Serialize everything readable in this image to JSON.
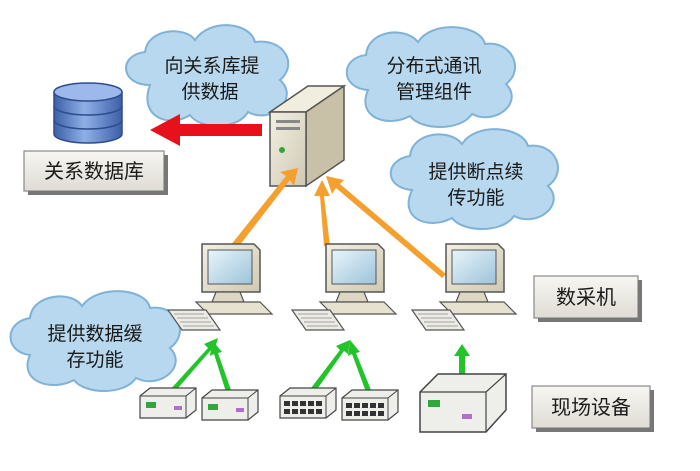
{
  "nodes": {
    "database": {
      "label": "关系数据库"
    },
    "collector": {
      "label": "数采机"
    },
    "field_devices": {
      "label": "现场设备"
    }
  },
  "callouts": {
    "provide_data": {
      "lines": [
        "向关系库提",
        "供数据"
      ]
    },
    "distributed_comm": {
      "lines": [
        "分布式通讯",
        "管理组件"
      ]
    },
    "resume_transfer": {
      "lines": [
        "提供断点续",
        "传功能"
      ]
    },
    "data_cache": {
      "lines": [
        "提供数据缓",
        "存功能"
      ]
    }
  },
  "colors": {
    "cloud_fill": "#b7d8ee",
    "cloud_stroke": "#7fb2d6",
    "box_fill": "#f0efea",
    "box_stroke": "#888888",
    "arrow_orange": "#f5a02e",
    "arrow_red": "#e8101a",
    "arrow_green": "#22c42a",
    "db_blue": "#5b7fc7"
  }
}
